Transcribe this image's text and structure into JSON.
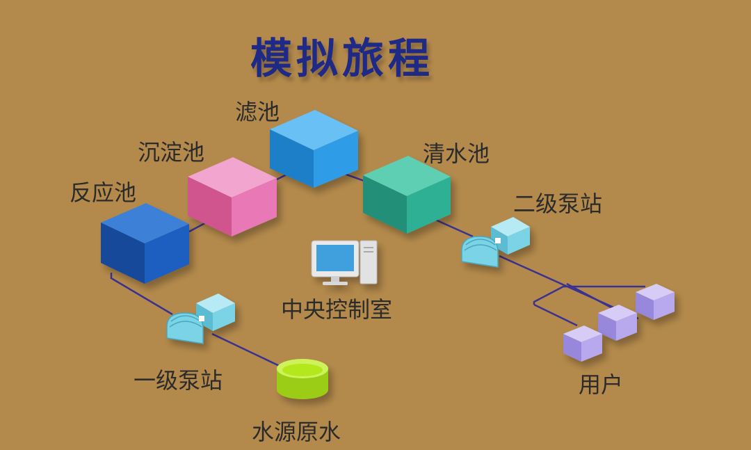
{
  "title": "模拟旅程",
  "nodes": {
    "filter": {
      "label": "滤池",
      "color": "#2e9ce6"
    },
    "sediment": {
      "label": "沉淀池",
      "color": "#e879b6"
    },
    "reaction": {
      "label": "反应池",
      "color": "#1a5fc0"
    },
    "clear": {
      "label": "清水池",
      "color": "#2fb095"
    },
    "pump2": {
      "label": "二级泵站",
      "color": "#7ad4e6"
    },
    "control": {
      "label": "中央控制室"
    },
    "pump1": {
      "label": "一级泵站",
      "color": "#7ad4e6"
    },
    "source": {
      "label": "水源原水",
      "color": "#b5e81a"
    },
    "users": {
      "label": "用户",
      "color": "#b8a8ee"
    }
  },
  "colors": {
    "background": "#b48a4c",
    "title": "#1f2a86",
    "pipe": "#3a3290"
  }
}
